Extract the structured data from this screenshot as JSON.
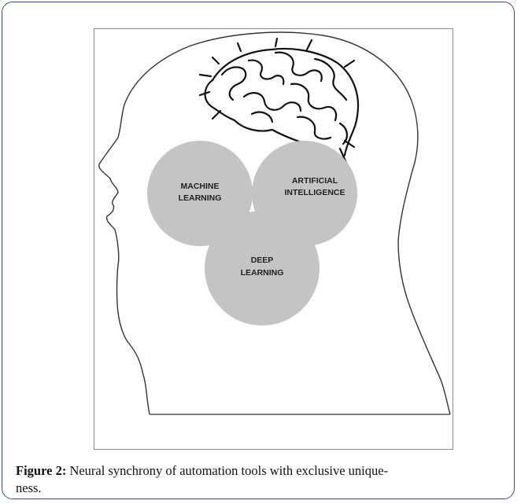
{
  "figure": {
    "circles": [
      {
        "name": "machine-learning",
        "line1": "MACHINE",
        "line2": "LEARNING"
      },
      {
        "name": "artificial-intelligence",
        "line1": "ARTIFICIAL",
        "line2": "INTELLIGENCE"
      },
      {
        "name": "deep-learning",
        "line1": "DEEP",
        "line2": "LEARNING"
      }
    ],
    "circle_fill": "#c4c4c4",
    "outline_color": "#333333"
  },
  "caption": {
    "label": "Figure 2:",
    "text": "Neural synchrony of automation tools with exclusive uniqueness.",
    "line1": " Neural synchrony of automation tools with exclusive unique-",
    "line2": "ness."
  }
}
